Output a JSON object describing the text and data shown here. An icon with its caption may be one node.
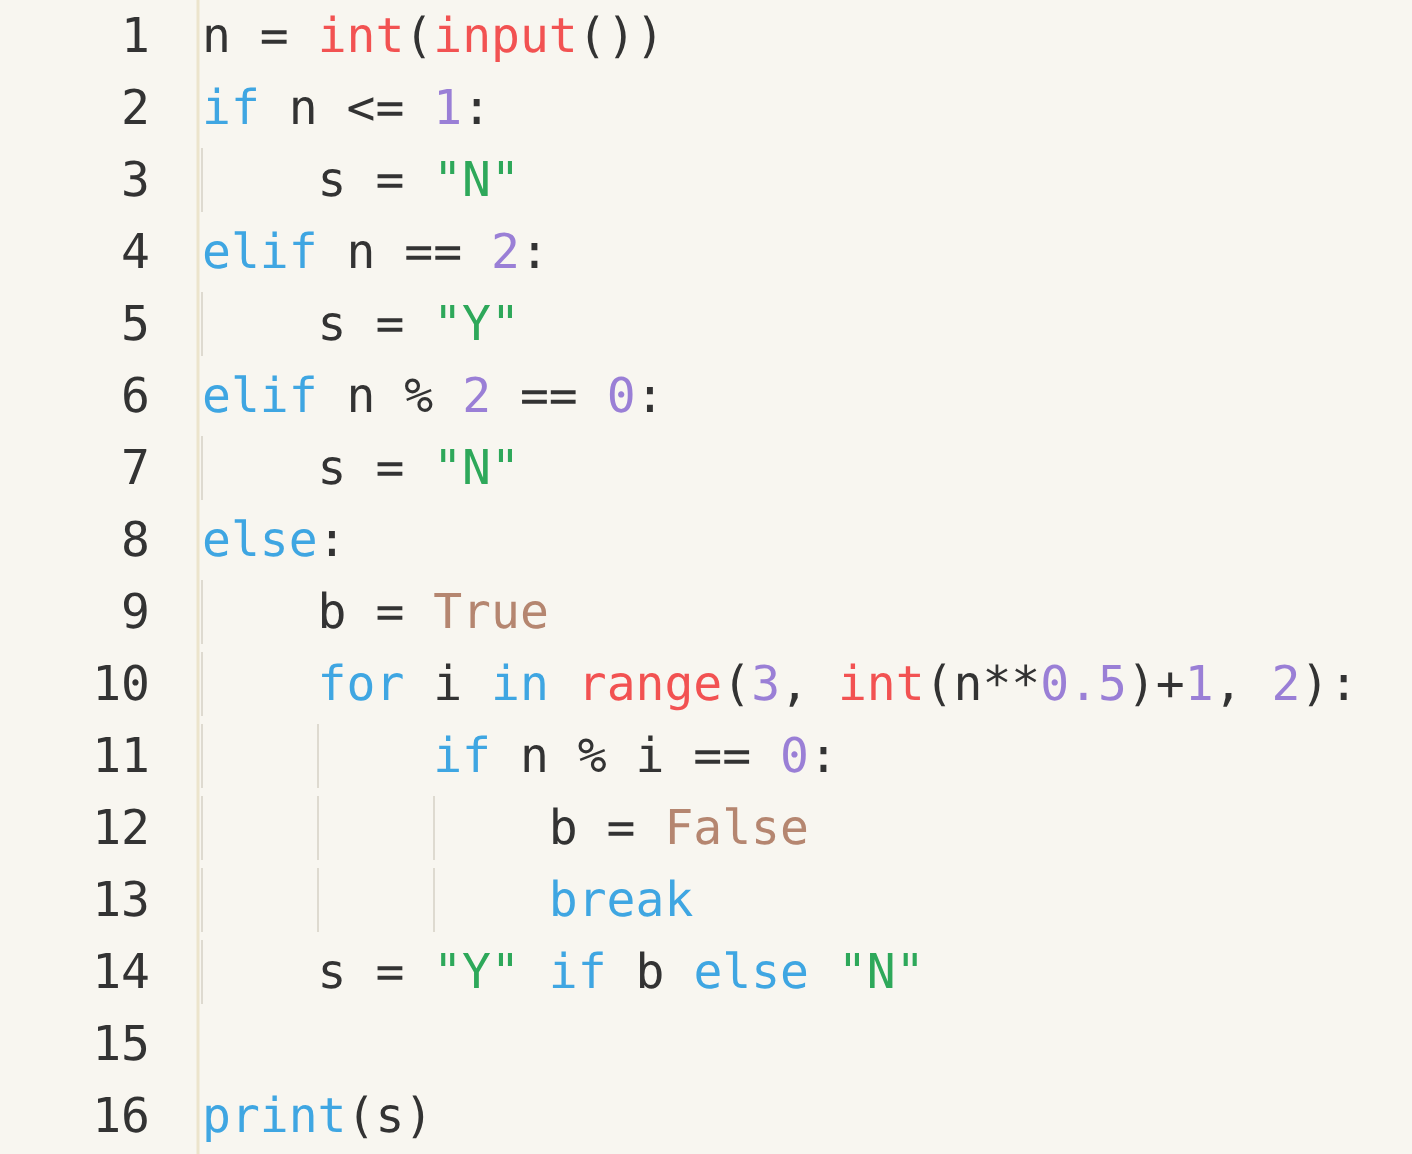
{
  "diagram": {
    "labels": [
      "1",
      "n = int(input())",
      "2",
      "if n <= 1:",
      "3",
      "    s = \"N\"",
      "4",
      "elif n == 2:",
      "5",
      "    s = \"Y\"",
      "6",
      "elif n % 2 == 0:",
      "7",
      "    s = \"N\"",
      "8",
      "else:",
      "9",
      "    b = True",
      "10",
      "    for i in range(3, int(n**0.5)+1, 2):",
      "11",
      "        if n % i == 0:",
      "12",
      "            b = False",
      "13",
      "            break",
      "14",
      "    s = \"Y\" if b else \"N\"",
      "15",
      "16",
      "print(s)"
    ]
  }
}
